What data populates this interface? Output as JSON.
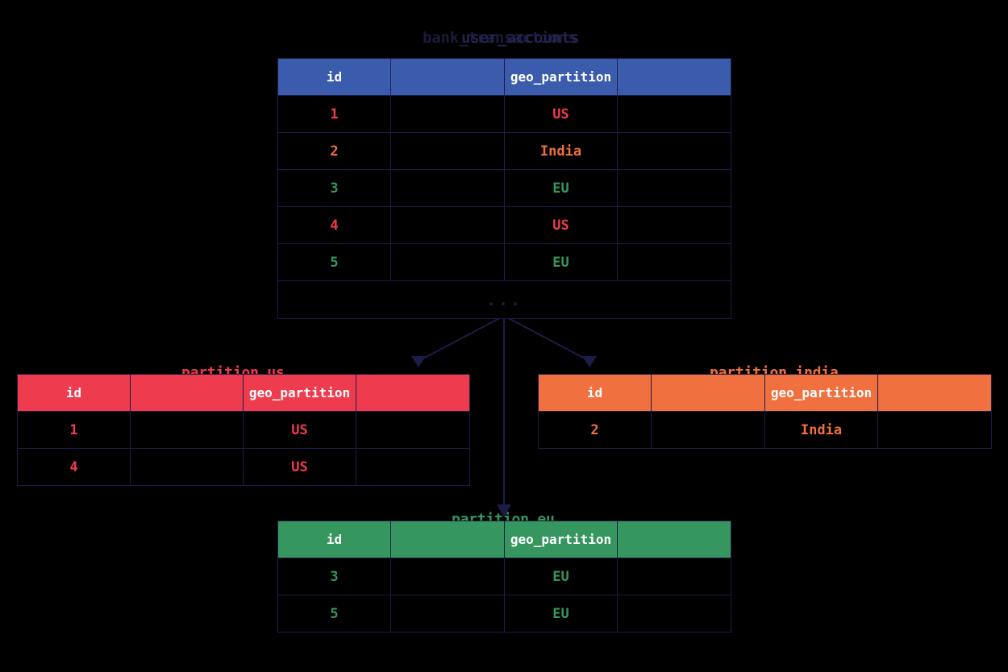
{
  "diagram": {
    "type": "table-partition-fanout",
    "background": "#000000",
    "edge_color": "#1c1c4a"
  },
  "root": {
    "title_primary": "bank_transactions",
    "title_secondary": "user_accounts",
    "header_color": "#3b5cad",
    "columns": [
      "id",
      "",
      "geo_partition",
      ""
    ],
    "rows": [
      {
        "id": "1",
        "blank1": "",
        "geo_partition": "US",
        "blank2": "",
        "color": "#ef3b4e"
      },
      {
        "id": "2",
        "blank1": "",
        "geo_partition": "India",
        "blank2": "",
        "color": "#f0703f"
      },
      {
        "id": "3",
        "blank1": "",
        "geo_partition": "EU",
        "blank2": "",
        "color": "#35965f"
      },
      {
        "id": "4",
        "blank1": "",
        "geo_partition": "US",
        "blank2": "",
        "color": "#ef3b4e"
      },
      {
        "id": "5",
        "blank1": "",
        "geo_partition": "EU",
        "blank2": "",
        "color": "#35965f"
      }
    ],
    "overflow_indicator": "..."
  },
  "partitions": [
    {
      "key": "us",
      "title": "partition_us",
      "header_color": "#ef3b4e",
      "columns": [
        "id",
        "",
        "geo_partition",
        ""
      ],
      "rows": [
        {
          "id": "1",
          "blank1": "",
          "geo_partition": "US",
          "blank2": ""
        },
        {
          "id": "4",
          "blank1": "",
          "geo_partition": "US",
          "blank2": ""
        }
      ]
    },
    {
      "key": "india",
      "title": "partition_india",
      "header_color": "#f0703f",
      "columns": [
        "id",
        "",
        "geo_partition",
        ""
      ],
      "rows": [
        {
          "id": "2",
          "blank1": "",
          "geo_partition": "India",
          "blank2": ""
        }
      ]
    },
    {
      "key": "eu",
      "title": "partition_eu",
      "header_color": "#35965f",
      "columns": [
        "id",
        "",
        "geo_partition",
        ""
      ],
      "rows": [
        {
          "id": "3",
          "blank1": "",
          "geo_partition": "EU",
          "blank2": ""
        },
        {
          "id": "5",
          "blank1": "",
          "geo_partition": "EU",
          "blank2": ""
        }
      ]
    }
  ]
}
